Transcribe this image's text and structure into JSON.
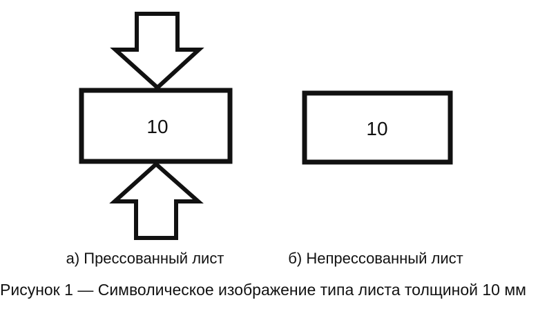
{
  "figure": {
    "panels": {
      "a": {
        "caption": "а) Прессованный лист",
        "thickness": "10"
      },
      "b": {
        "caption": "б) Непрессованный лист",
        "thickness": "10"
      }
    },
    "caption": "Рисунок 1 — Символическое изображение типа листа толщиной 10 мм",
    "colors": {
      "ink": "#111111",
      "background": "#ffffff"
    }
  }
}
